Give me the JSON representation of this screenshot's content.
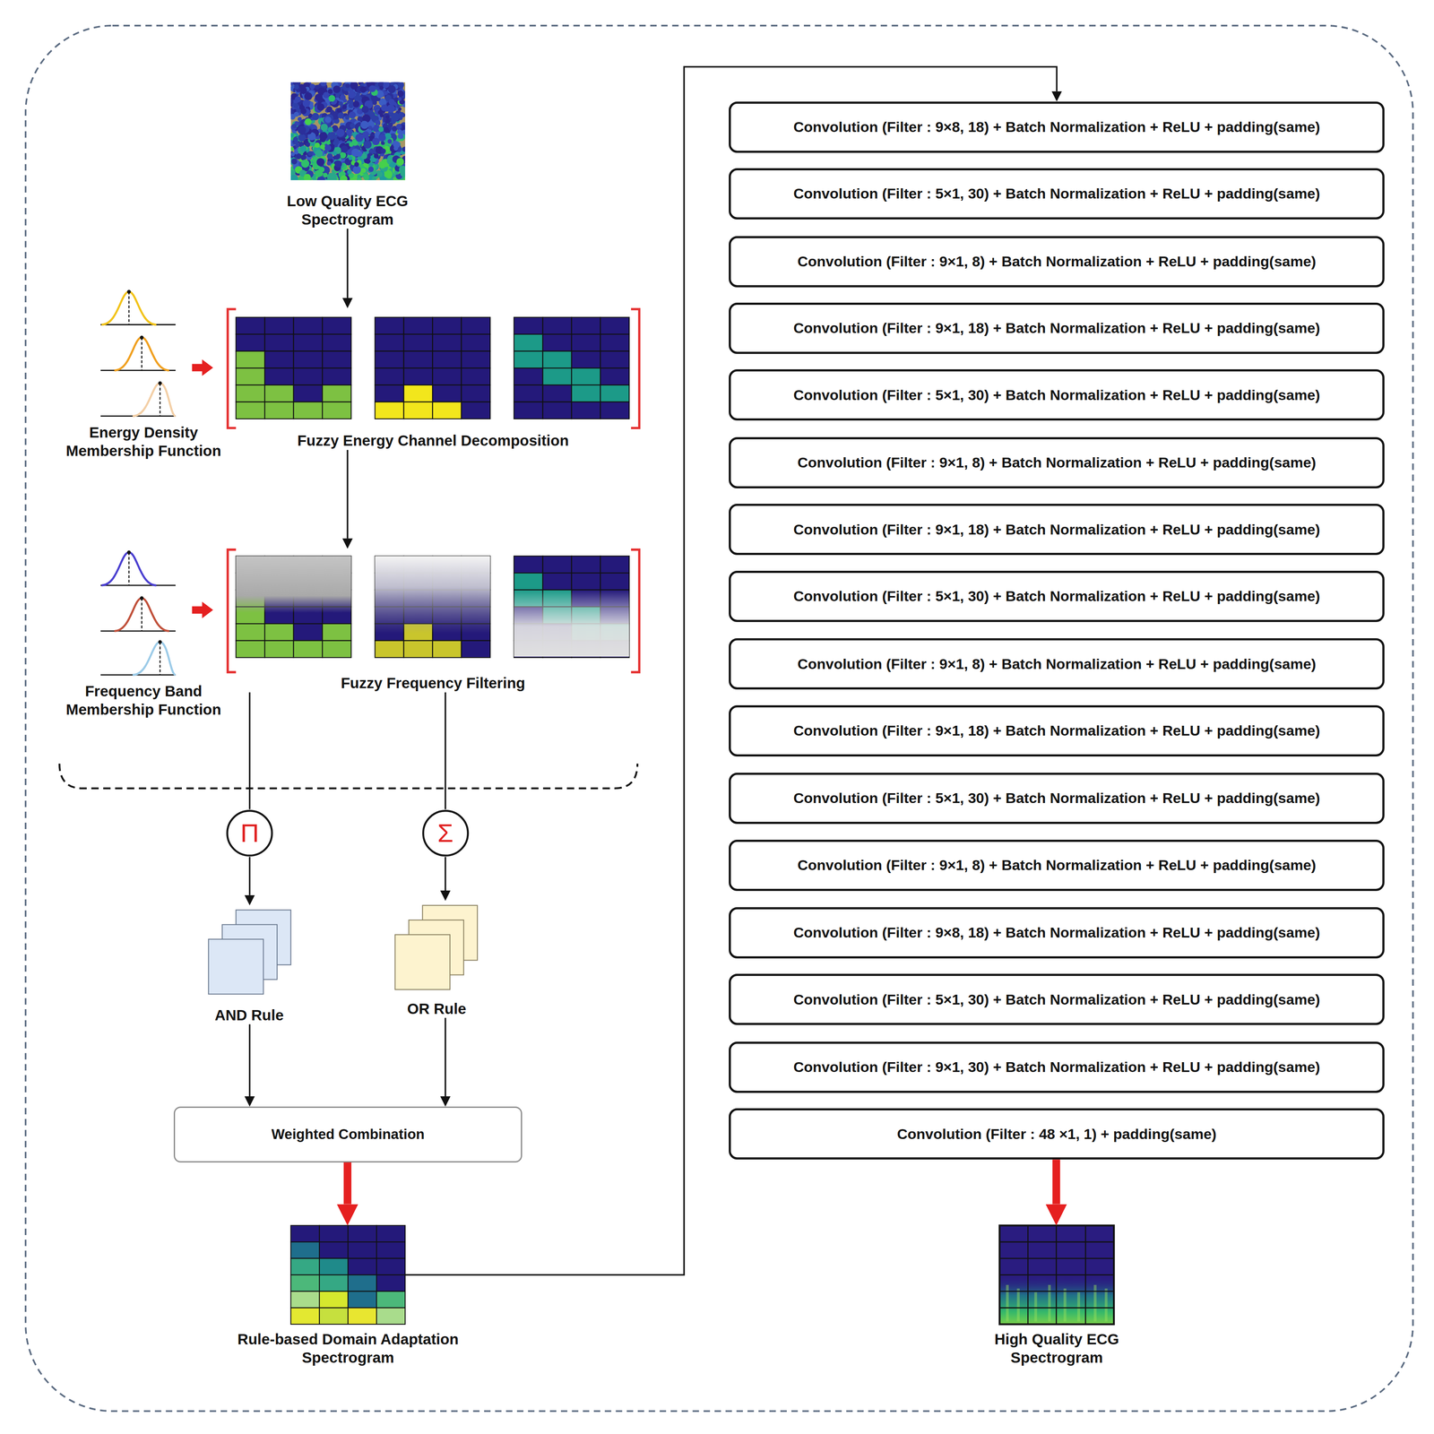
{
  "diagram": {
    "nodes": [
      {
        "text": [
          "Low Quality ECG Spectrogram"
        ]
      },
      {
        "text": [
          "Fuzzy Energy Channel Decomposition"
        ]
      },
      {
        "text": [
          "Fuzzy Frequency Filtering"
        ]
      },
      {
        "text": [
          "Π"
        ]
      },
      {
        "text": [
          "Σ"
        ]
      },
      {
        "text": [
          "AND Rule"
        ]
      },
      {
        "text": [
          "OR Rule"
        ]
      },
      {
        "text": [
          "Weighted Combination"
        ]
      },
      {
        "text": [
          "Rule-based Domain Adaptation Spectrogram"
        ]
      },
      {
        "text": [
          "Convolution (Filter : 9×8, 18) + Batch Normalization + ReLU + padding(same)"
        ]
      },
      {
        "text": [
          "Convolution (Filter : 5×1, 30) + Batch Normalization + ReLU + padding(same)"
        ]
      },
      {
        "text": [
          "Convolution (Filter : 9×1, 8) + Batch Normalization + ReLU + padding(same)"
        ]
      },
      {
        "text": [
          "Convolution (Filter : 9×1, 18) + Batch Normalization + ReLU + padding(same)"
        ]
      },
      {
        "text": [
          "Convolution (Filter : 5×1, 30) + Batch Normalization + ReLU + padding(same)"
        ]
      },
      {
        "text": [
          "Convolution (Filter : 9×1, 8) + Batch Normalization + ReLU + padding(same)"
        ]
      },
      {
        "text": [
          "Convolution (Filter : 9×1, 18) + Batch Normalization + ReLU + padding(same)"
        ]
      },
      {
        "text": [
          "Convolution (Filter : 5×1, 30) + Batch Normalization + ReLU + padding(same)"
        ]
      },
      {
        "text": [
          "Convolution (Filter : 9×1, 8) + Batch Normalization + ReLU + padding(same)"
        ]
      },
      {
        "text": [
          "Convolution (Filter : 9×1, 18) + Batch Normalization + ReLU + padding(same)"
        ]
      },
      {
        "text": [
          "Convolution (Filter : 5×1, 30) + Batch Normalization + ReLU + padding(same)"
        ]
      },
      {
        "text": [
          "Convolution (Filter : 9×1, 8) + Batch Normalization + ReLU + padding(same)"
        ]
      },
      {
        "text": [
          "Convolution (Filter : 9×8, 18) + Batch Normalization + ReLU + padding(same)"
        ]
      },
      {
        "text": [
          "Convolution (Filter : 5×1, 30) + Batch Normalization + ReLU + padding(same)"
        ]
      },
      {
        "text": [
          "Convolution (Filter : 9×1, 30) + Batch Normalization + ReLU + padding(same)"
        ]
      },
      {
        "text": [
          "Convolution (Filter : 48 ×1, 1) + padding(same)"
        ]
      },
      {
        "text": [
          "High Quality ECG Spectrogram"
        ]
      }
    ],
    "edges": [
      {
        "from": 0,
        "to": 1,
        "arrow": "to"
      },
      {
        "from": 1,
        "to": 2,
        "arrow": "to"
      },
      {
        "from": 2,
        "to": 3,
        "arrow": "none"
      },
      {
        "from": 2,
        "to": 4,
        "arrow": "none"
      },
      {
        "from": 3,
        "to": 5,
        "arrow": "to"
      },
      {
        "from": 4,
        "to": 6,
        "arrow": "to"
      },
      {
        "from": 5,
        "to": 7,
        "arrow": "to"
      },
      {
        "from": 6,
        "to": 7,
        "arrow": "to"
      },
      {
        "from": 7,
        "to": 8,
        "arrow": "to"
      },
      {
        "from": 8,
        "to": 9,
        "arrow": "to"
      },
      {
        "from": 24,
        "to": 25,
        "arrow": "to"
      }
    ],
    "labels": [
      "Energy Density Membership Function",
      "Frequency Band Membership Function"
    ]
  }
}
